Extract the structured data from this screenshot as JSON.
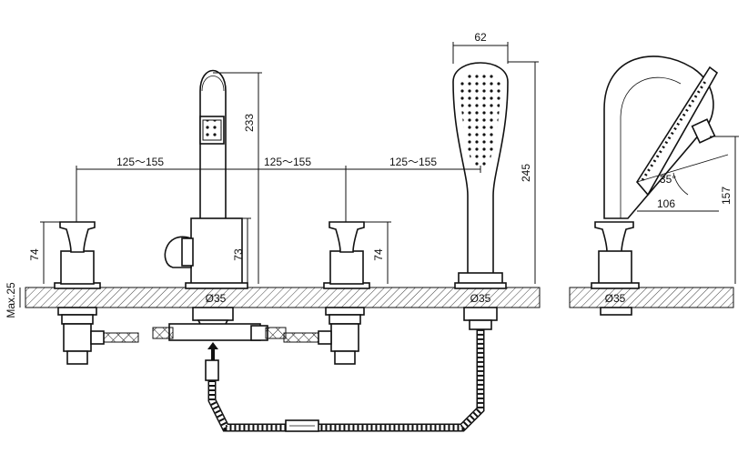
{
  "labels": {
    "width_62": "62",
    "height_233": "233",
    "height_245": "245",
    "height_157": "157",
    "span_left": "125～155",
    "span_mid": "125～155",
    "span_right": "125～155",
    "h74_left": "74",
    "h73_center": "73",
    "h74_right": "74",
    "max25": "Max.25",
    "dia_center": "Ø35",
    "dia_right": "Ø35",
    "dia_side": "Ø35",
    "angle": "35°",
    "reach_106": "106"
  },
  "colors": {
    "line": "#111111",
    "background": "#ffffff"
  }
}
